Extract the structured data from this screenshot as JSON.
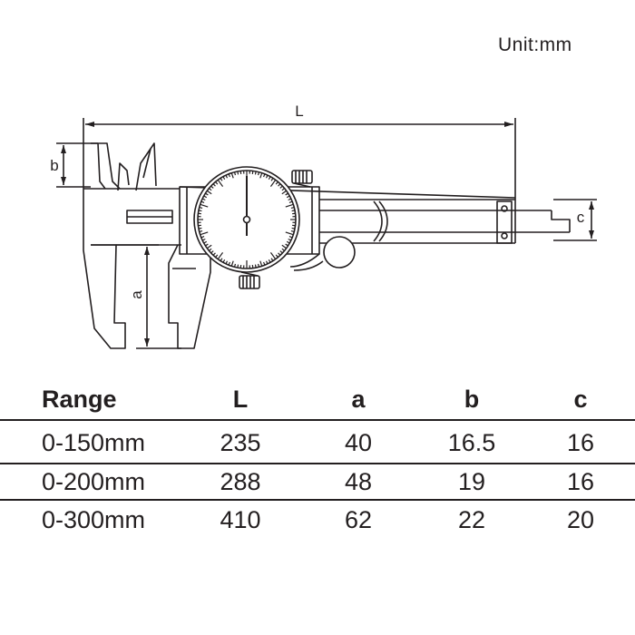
{
  "unit_label": "Unit:mm",
  "diagram": {
    "dim_labels": {
      "L": "L",
      "a": "a",
      "b": "b",
      "c": "c"
    }
  },
  "table": {
    "headers": [
      "Range",
      "L",
      "a",
      "b",
      "c"
    ],
    "rows": [
      [
        "0-150mm",
        "235",
        "40",
        "16.5",
        "16"
      ],
      [
        "0-200mm",
        "288",
        "48",
        "19",
        "16"
      ],
      [
        "0-300mm",
        "410",
        "62",
        "22",
        "20"
      ]
    ]
  }
}
